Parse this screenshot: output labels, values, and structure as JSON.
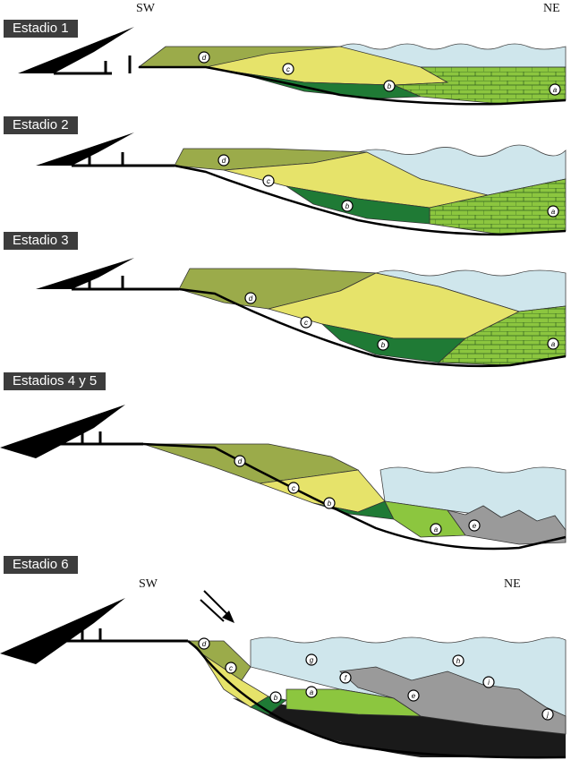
{
  "stages": [
    {
      "label": "Estadio 1"
    },
    {
      "label": "Estadio 2"
    },
    {
      "label": "Estadio 3"
    },
    {
      "label": "Estadios 4 y 5"
    },
    {
      "label": "Estadio 6"
    }
  ],
  "orientation": {
    "left": "SW",
    "right": "NE"
  },
  "unit_labels": {
    "a": "a",
    "b": "b",
    "c": "c",
    "d": "d",
    "e": "e",
    "f": "f",
    "g": "g",
    "h": "h",
    "i": "i",
    "j": "j"
  },
  "colors": {
    "sea": "#cfe6ec",
    "platform_light": "#8cc63f",
    "platform_dark": "#1f7a35",
    "slope_yellow": "#e6e36a",
    "upper_olive": "#9bab4a",
    "chaotic_grey": "#9a9a9a",
    "dark_base": "#1a1a1a",
    "label_bg": "#3d3d3d"
  }
}
